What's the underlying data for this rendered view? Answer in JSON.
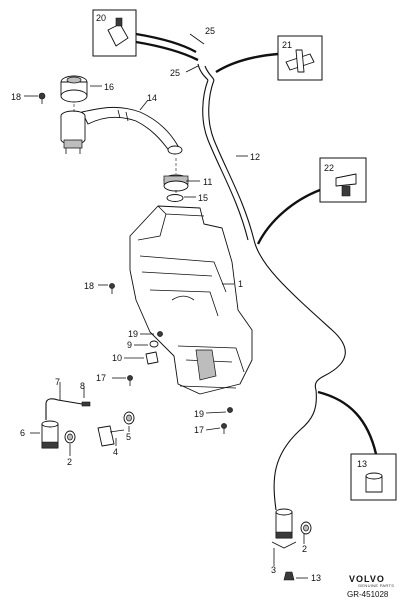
{
  "callouts": {
    "c1": "1",
    "c2a": "2",
    "c2b": "2",
    "c3": "3",
    "c4": "4",
    "c5": "5",
    "c6": "6",
    "c7": "7",
    "c8": "8",
    "c9": "9",
    "c10": "10",
    "c11": "11",
    "c12": "12",
    "c13a": "13",
    "c13b": "13",
    "c14": "14",
    "c15": "15",
    "c16": "16",
    "c17a": "17",
    "c17b": "17",
    "c18a": "18",
    "c18b": "18",
    "c19a": "19",
    "c19b": "19",
    "c20": "20",
    "c21": "21",
    "c22": "22",
    "c25a": "25",
    "c25b": "25"
  },
  "logo": {
    "brand": "VOLVO",
    "subtitle": "GENUINE PARTS"
  },
  "reference": "GR-451028"
}
